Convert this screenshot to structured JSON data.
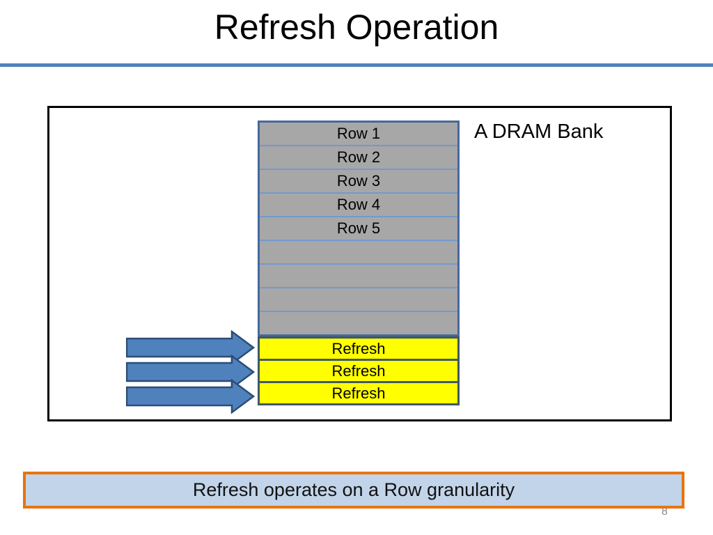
{
  "slide": {
    "title": "Refresh Operation",
    "page_number": "8"
  },
  "diagram": {
    "bank_label": "A DRAM Bank",
    "rows": [
      {
        "label": "Row 1",
        "type": "gray"
      },
      {
        "label": "Row 2",
        "type": "gray"
      },
      {
        "label": "Row 3",
        "type": "gray"
      },
      {
        "label": "Row 4",
        "type": "gray"
      },
      {
        "label": "Row 5",
        "type": "gray"
      },
      {
        "label": "",
        "type": "gray"
      },
      {
        "label": "",
        "type": "gray"
      },
      {
        "label": "",
        "type": "gray"
      },
      {
        "label": "",
        "type": "gray"
      },
      {
        "label": "Refresh",
        "type": "refresh"
      },
      {
        "label": "Refresh",
        "type": "refresh"
      },
      {
        "label": "Refresh",
        "type": "refresh"
      }
    ],
    "arrow_count": 3
  },
  "callout": {
    "text": "Refresh operates on a Row granularity"
  },
  "colors": {
    "accent_line": "#4f81bd",
    "row_gray": "#a7a7a7",
    "row_divider": "#7499cb",
    "gray_table_border": "#46699b",
    "refresh_fill": "#ffff00",
    "refresh_border": "#3f5964",
    "arrow_fill": "#4f81bd",
    "arrow_stroke": "#2b4d77",
    "callout_border": "#e9740e",
    "callout_fill": "#c2d4e9"
  }
}
